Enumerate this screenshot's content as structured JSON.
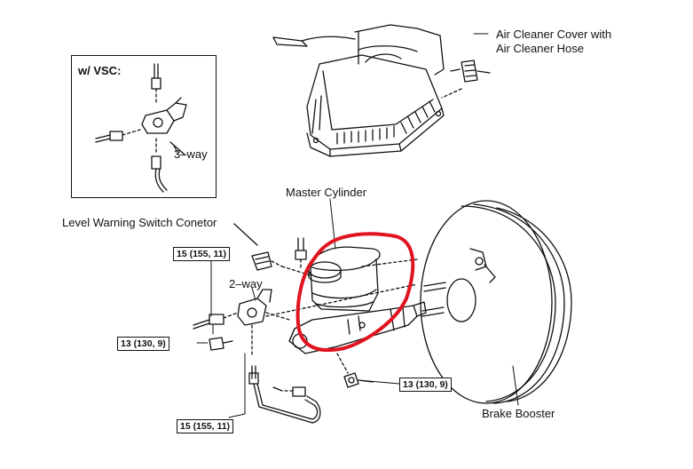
{
  "labels": {
    "air_cleaner_line1": "Air Cleaner Cover with",
    "air_cleaner_line2": "Air Cleaner Hose",
    "vsc": "w/ VSC:",
    "three_way": "3–way",
    "two_way": "2–way",
    "master_cylinder": "Master Cylinder",
    "level_switch": "Level Warning Switch Conetor",
    "brake_booster": "Brake Booster"
  },
  "torque_specs": {
    "upper_left": "15 (155, 11)",
    "lower_left": "13 (130, 9)",
    "right": "13 (130, 9)",
    "bottom": "15 (155, 11)"
  },
  "highlight_color": "#e0141e",
  "line_color": "#111111"
}
